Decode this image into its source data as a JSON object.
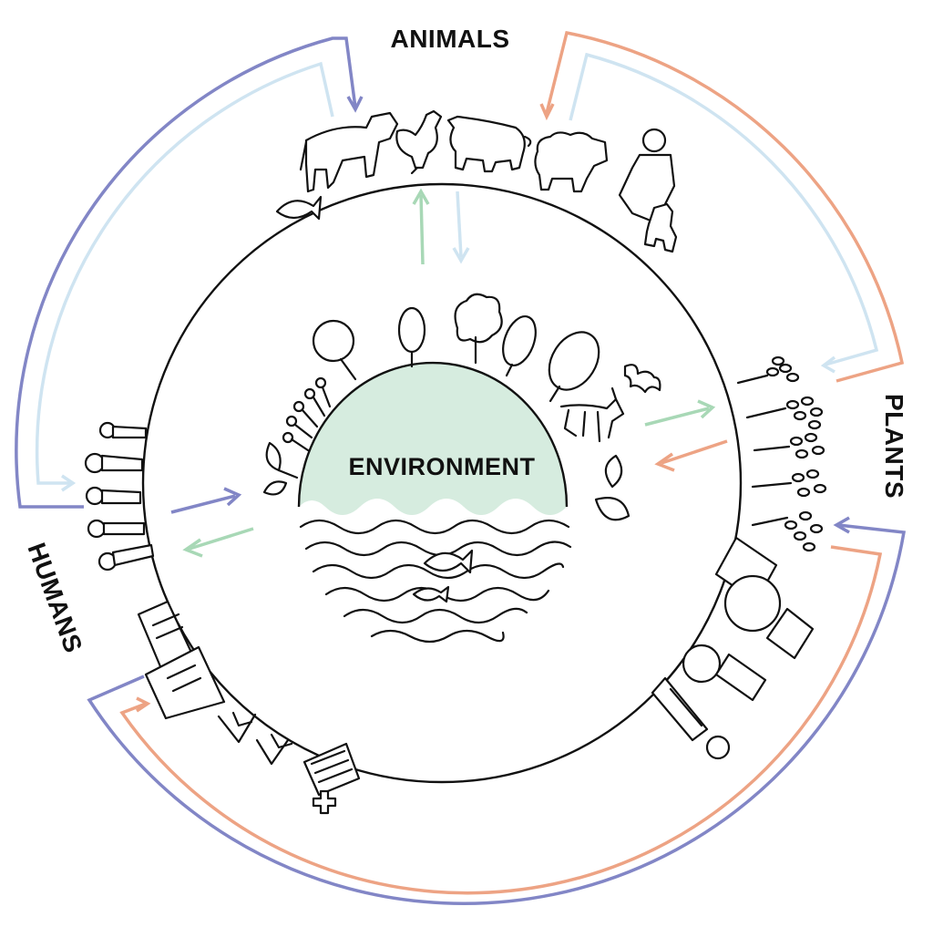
{
  "labels": {
    "animals": "ANIMALS",
    "plants": "PLANTS",
    "humans": "HUMANS",
    "environment": "ENVIRONMENT"
  },
  "colors": {
    "purple": "#8286c6",
    "light_blue": "#cfe4f1",
    "orange": "#eda384",
    "green": "#a8d8b6",
    "env_fill": "#d6ecdf",
    "line": "#111111"
  },
  "icons": {
    "animals_group": [
      "cow-icon",
      "chicken-icon",
      "pig-icon",
      "sheep-icon",
      "farmer-icon",
      "dog-icon",
      "fish-icon"
    ],
    "plants_group": [
      "seed-head-icon"
    ],
    "humans_group": [
      "person-icon",
      "hospital-building-icon",
      "medical-kit-icon"
    ],
    "environment_group": [
      "tree-icon",
      "bat-icon",
      "deer-icon",
      "leaf-icon",
      "wave-icon",
      "fish-icon"
    ]
  }
}
